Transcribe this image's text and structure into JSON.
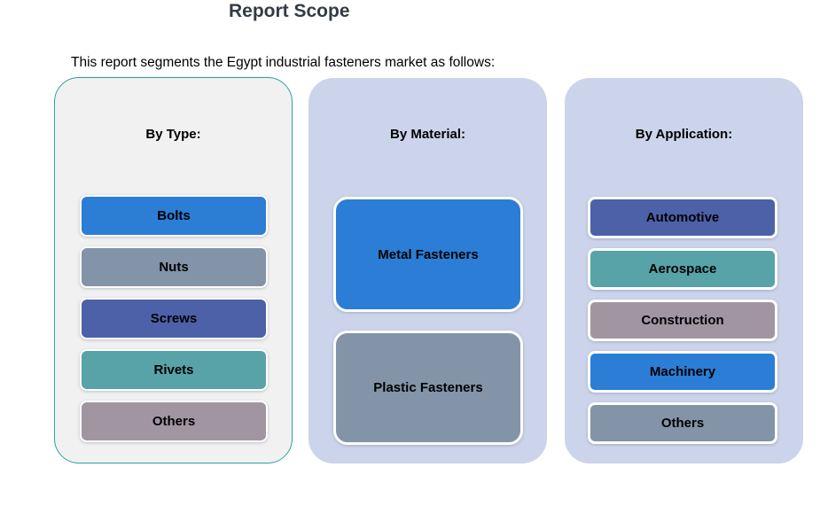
{
  "title": "Report Scope",
  "subtitle": "This report segments the Egypt industrial fasteners market as follows:",
  "palette": {
    "blue": "#2B7DD6",
    "slate": "#8393A8",
    "indigo": "#4D61A8",
    "teal": "#57A3A8",
    "mauve": "#A295A2",
    "panel_light_bg": "#F1F1F2",
    "panel_light_border": "#2FA09E",
    "panel_periwinkle_bg": "#CCD4EB",
    "title_color": "#323C46",
    "box_border": "#FFFFFF",
    "label_color": "#000000"
  },
  "columns": [
    {
      "heading": "By Type:",
      "items": [
        {
          "label": "Bolts",
          "color": "blue"
        },
        {
          "label": "Nuts",
          "color": "slate"
        },
        {
          "label": "Screws",
          "color": "indigo"
        },
        {
          "label": "Rivets",
          "color": "teal"
        },
        {
          "label": "Others",
          "color": "mauve"
        }
      ]
    },
    {
      "heading": "By Material:",
      "items": [
        {
          "label": "Metal Fasteners",
          "color": "blue"
        },
        {
          "label": "Plastic Fasteners",
          "color": "slate"
        }
      ]
    },
    {
      "heading": "By Application:",
      "items": [
        {
          "label": "Automotive",
          "color": "indigo"
        },
        {
          "label": "Aerospace",
          "color": "teal"
        },
        {
          "label": "Construction",
          "color": "mauve"
        },
        {
          "label": "Machinery",
          "color": "blue"
        },
        {
          "label": "Others",
          "color": "slate"
        }
      ]
    }
  ]
}
